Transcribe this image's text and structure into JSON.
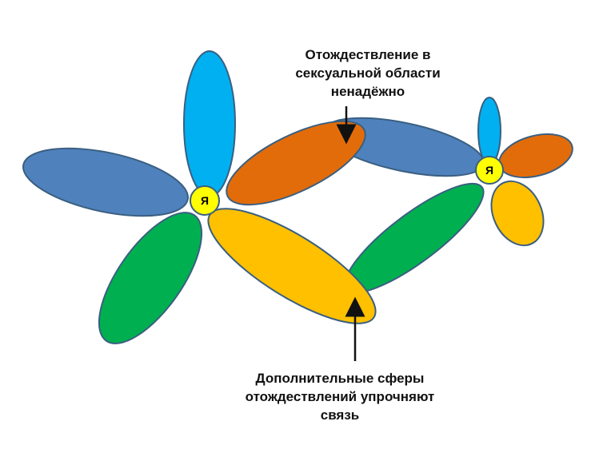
{
  "colors": {
    "light_blue": "#00B0F0",
    "blue": "#4F81BD",
    "green": "#00B050",
    "orange": "#E36C0A",
    "yellow": "#FFC000",
    "center": "#FFFF00"
  },
  "left_flower": {
    "center_label": "Я"
  },
  "right_flower": {
    "center_label": "Я"
  },
  "annotations": {
    "top": [
      "Отождествление  в",
      "сексуальной области",
      "ненадёжно"
    ],
    "bottom": [
      "Дополнительные сферы",
      "отождествлений упрочняют",
      "связь"
    ]
  }
}
